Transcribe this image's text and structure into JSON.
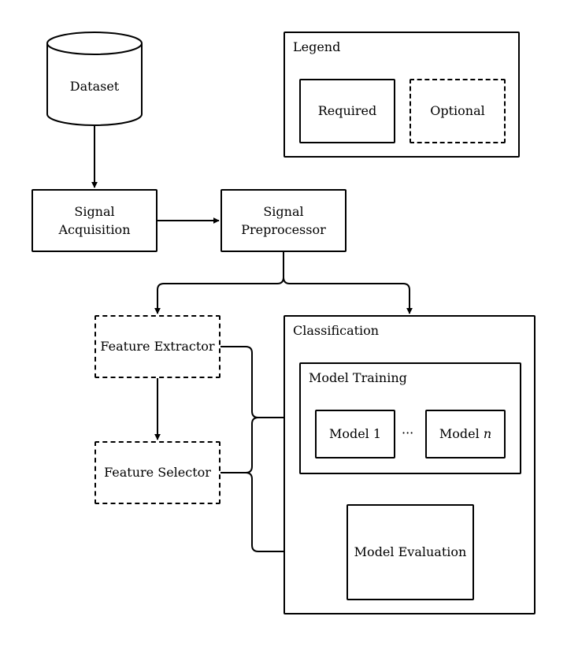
{
  "legend": {
    "title": "Legend",
    "required": "Required",
    "optional": "Optional"
  },
  "nodes": {
    "dataset": "Dataset",
    "signal_acquisition": "Signal\nAcquisition",
    "signal_preprocessor": "Signal\nPreprocessor",
    "feature_extractor": "Feature Extractor",
    "feature_selector": "Feature Selector"
  },
  "classification": {
    "title": "Classification",
    "model_training": {
      "title": "Model Training",
      "model_1": "Model 1",
      "ellipsis": "···",
      "model_n_prefix": "Model ",
      "model_n_var": "n"
    },
    "model_evaluation": "Model Evaluation"
  }
}
